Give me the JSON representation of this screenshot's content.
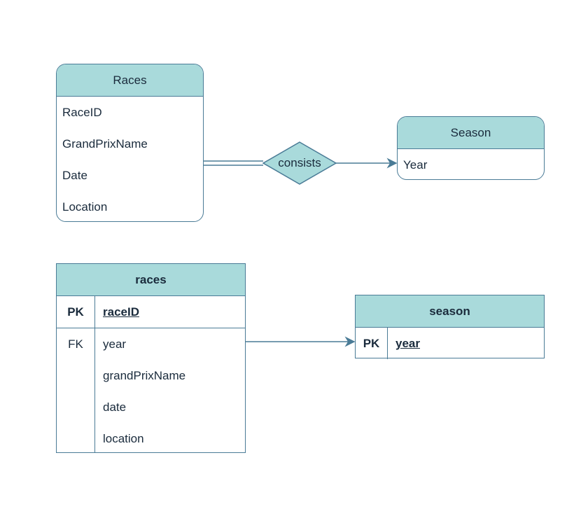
{
  "colors": {
    "header_fill": "#a9dadb",
    "border": "#4a7b96",
    "text": "#1a2b3c"
  },
  "er": {
    "races": {
      "title": "Races",
      "attributes": [
        "RaceID",
        "GrandPrixName",
        "Date",
        "Location"
      ]
    },
    "relationship": "consists",
    "season": {
      "title": "Season",
      "attributes": [
        "Year"
      ]
    }
  },
  "schema": {
    "races": {
      "title": "races",
      "pk": {
        "key": "PK",
        "name": "raceID"
      },
      "fk_key": "FK",
      "columns": [
        "year",
        "grandPrixName",
        "date",
        "location"
      ]
    },
    "season": {
      "title": "season",
      "pk": {
        "key": "PK",
        "name": "year"
      }
    }
  }
}
